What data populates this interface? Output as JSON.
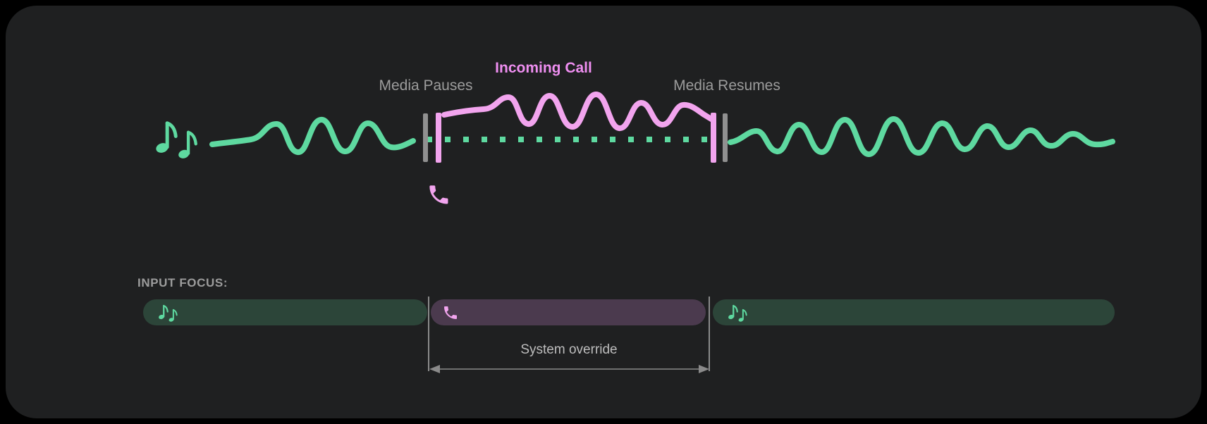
{
  "colors": {
    "page-bg": "#000000",
    "card-bg": "#1f2021",
    "media-green": "#5ed9a0",
    "call-pink": "#f2a4ee",
    "call-pink-text": "#ee8ef0",
    "barrier-gray": "#909090",
    "label-gray": "#9c9c9c",
    "annotation-gray": "#bdbdbd",
    "pill-media-bg": "#2c4539",
    "pill-call-bg": "#4b3a4e",
    "guide-gray": "#8a8a8a"
  },
  "icons": {
    "music-notes-icon": "two eighth notes ♫",
    "phone-icon": "call handset"
  },
  "timeline": {
    "media_pauses_label": "Media Pauses",
    "incoming_call_label": "Incoming Call",
    "media_resumes_label": "Media Resumes"
  },
  "input_focus": {
    "label": "INPUT FOCUS:",
    "annotation": "System override",
    "segments": [
      {
        "type": "media",
        "icon": "music-notes-icon"
      },
      {
        "type": "call",
        "icon": "phone-icon"
      },
      {
        "type": "media",
        "icon": "music-notes-icon"
      }
    ]
  }
}
